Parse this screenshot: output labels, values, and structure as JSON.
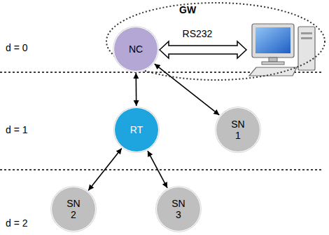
{
  "diagram": {
    "nodes": [
      {
        "text": [
          "GW"
        ]
      },
      {
        "text": [
          "NC"
        ],
        "in": 0
      },
      {
        "text": [
          "RT"
        ]
      },
      {
        "text": [
          "SN 1"
        ]
      },
      {
        "text": [
          "SN 2"
        ]
      },
      {
        "text": [
          "SN 3"
        ]
      }
    ],
    "edges": [
      {
        "from": 2,
        "to": 1,
        "arrow": "both"
      },
      {
        "from": 3,
        "to": 1,
        "arrow": "both"
      },
      {
        "from": 4,
        "to": 2,
        "arrow": "both"
      },
      {
        "from": 5,
        "to": 2,
        "arrow": "both"
      }
    ],
    "labels": [
      "d = 0",
      "RS232",
      "d = 1",
      "d = 2"
    ]
  }
}
